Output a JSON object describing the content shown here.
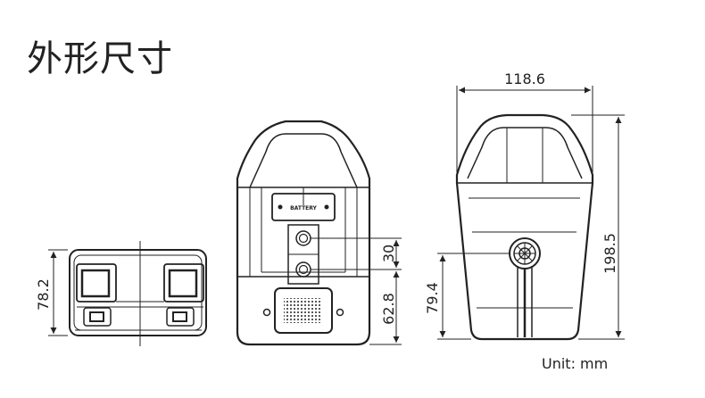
{
  "title": "外形尺寸",
  "unit": "Unit: mm",
  "label_text": "BATTERY",
  "dimensions": {
    "front_height": "78.2",
    "top_width": "118.6",
    "side_height": "198.5",
    "rear_bracket": "30",
    "rear_bottom": "62.8",
    "side_bottom": "79.4"
  }
}
